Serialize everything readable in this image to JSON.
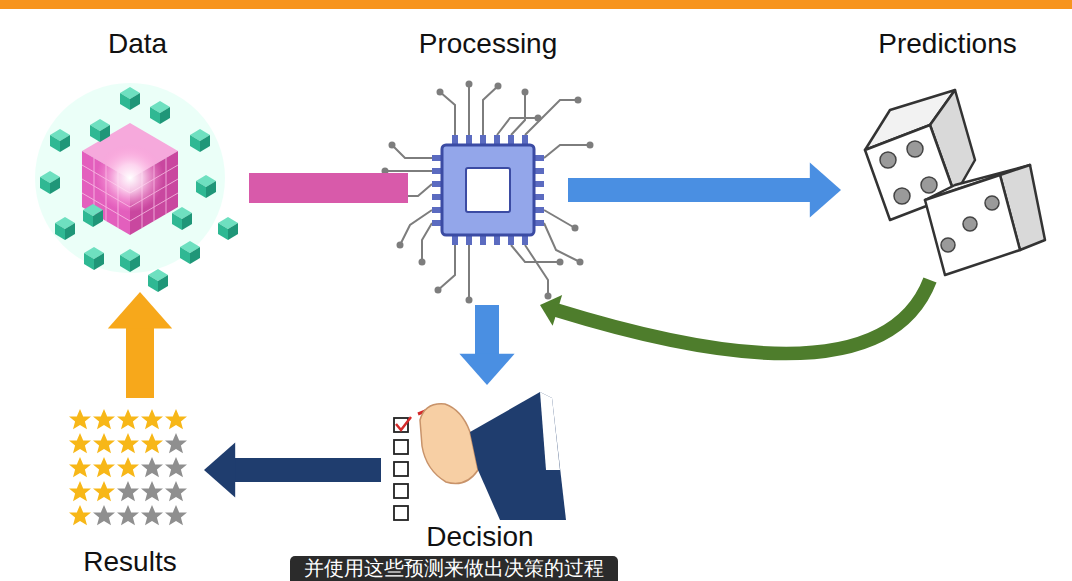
{
  "diagram": {
    "nodes": [
      {
        "text": [
          "Data"
        ]
      },
      {
        "text": [
          "Processing"
        ]
      },
      {
        "text": [
          "Predictions"
        ]
      },
      {
        "text": [
          "Decision"
        ]
      },
      {
        "text": [
          "Results"
        ]
      }
    ],
    "edges": [
      {
        "from": 0,
        "to": 1,
        "arrow": "none"
      },
      {
        "from": 1,
        "to": 2,
        "arrow": "to"
      },
      {
        "from": 2,
        "to": 1,
        "arrow": "to"
      },
      {
        "from": 1,
        "to": 3,
        "arrow": "to"
      },
      {
        "from": 3,
        "to": 4,
        "arrow": "to"
      },
      {
        "from": 4,
        "to": 0,
        "arrow": "to"
      }
    ],
    "labels": [
      "并使用这些预测来做出决策的过程"
    ]
  }
}
